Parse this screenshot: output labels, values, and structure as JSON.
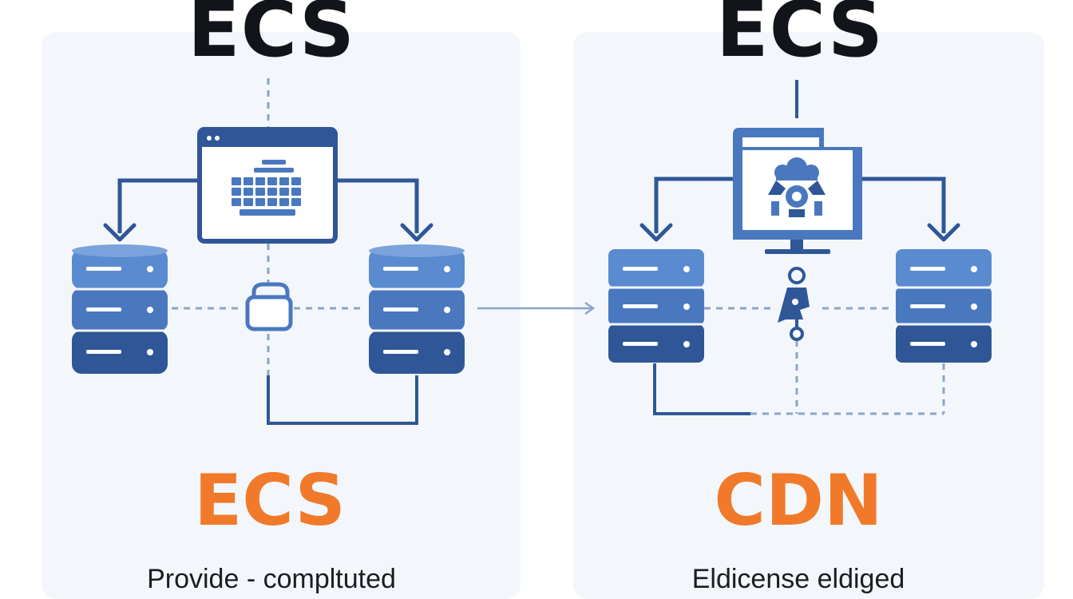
{
  "left": {
    "title": "ECS",
    "label": "ECS",
    "caption": "Provide - compltuted"
  },
  "right": {
    "title": "ECS",
    "label": "CDN",
    "caption": "Eldicense eldiged"
  },
  "colors": {
    "title": "#111418",
    "accent_orange": "#f07a2a",
    "server_dark": "#2f5797",
    "server_mid": "#4a78bf",
    "server_light": "#5a8ad0",
    "line_dashed": "#8aa5c8",
    "panel_bg": "#f3f7fb"
  },
  "icons": [
    "browser-window-icon",
    "keyboard-icon",
    "server-stack-icon",
    "lock-icon",
    "monitor-icon",
    "cloud-network-icon",
    "key-icon",
    "arrow-right-icon"
  ]
}
